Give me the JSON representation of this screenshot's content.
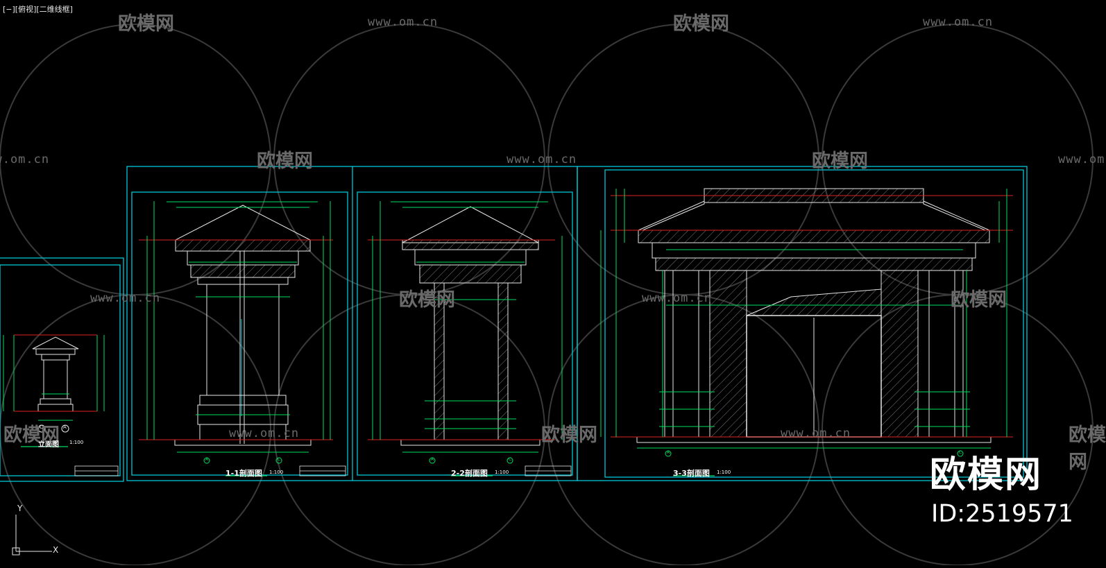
{
  "viewport": {
    "label": "[−][俯视][二维线框]"
  },
  "watermark": {
    "text": "欧模网",
    "url": "www.om.cn"
  },
  "brand": {
    "name": "欧模网",
    "id": "ID:2519571"
  },
  "drawings": {
    "elevation": {
      "title": "立面图",
      "scale": "1:100",
      "grid_a": "A",
      "grid_c": "C"
    },
    "section_1": {
      "title": "1-1剖面图",
      "scale": "1:100",
      "grid_a": "A",
      "grid_c": "C"
    },
    "section_2": {
      "title": "2-2剖面图",
      "scale": "1:100",
      "grid_a": "A",
      "grid_c": "C"
    },
    "section_3": {
      "title": "3-3剖面图",
      "scale": "1:100",
      "grid_a": "A",
      "grid_c": "C"
    }
  },
  "ucs": {
    "x_label": "X",
    "y_label": "Y"
  },
  "colors": {
    "background": "#000000",
    "frame": "#00c8d8",
    "geometry": "#e8e8e8",
    "dimension": "#00e060",
    "level_line": "#e02020",
    "watermark": "#6a6a6a"
  }
}
